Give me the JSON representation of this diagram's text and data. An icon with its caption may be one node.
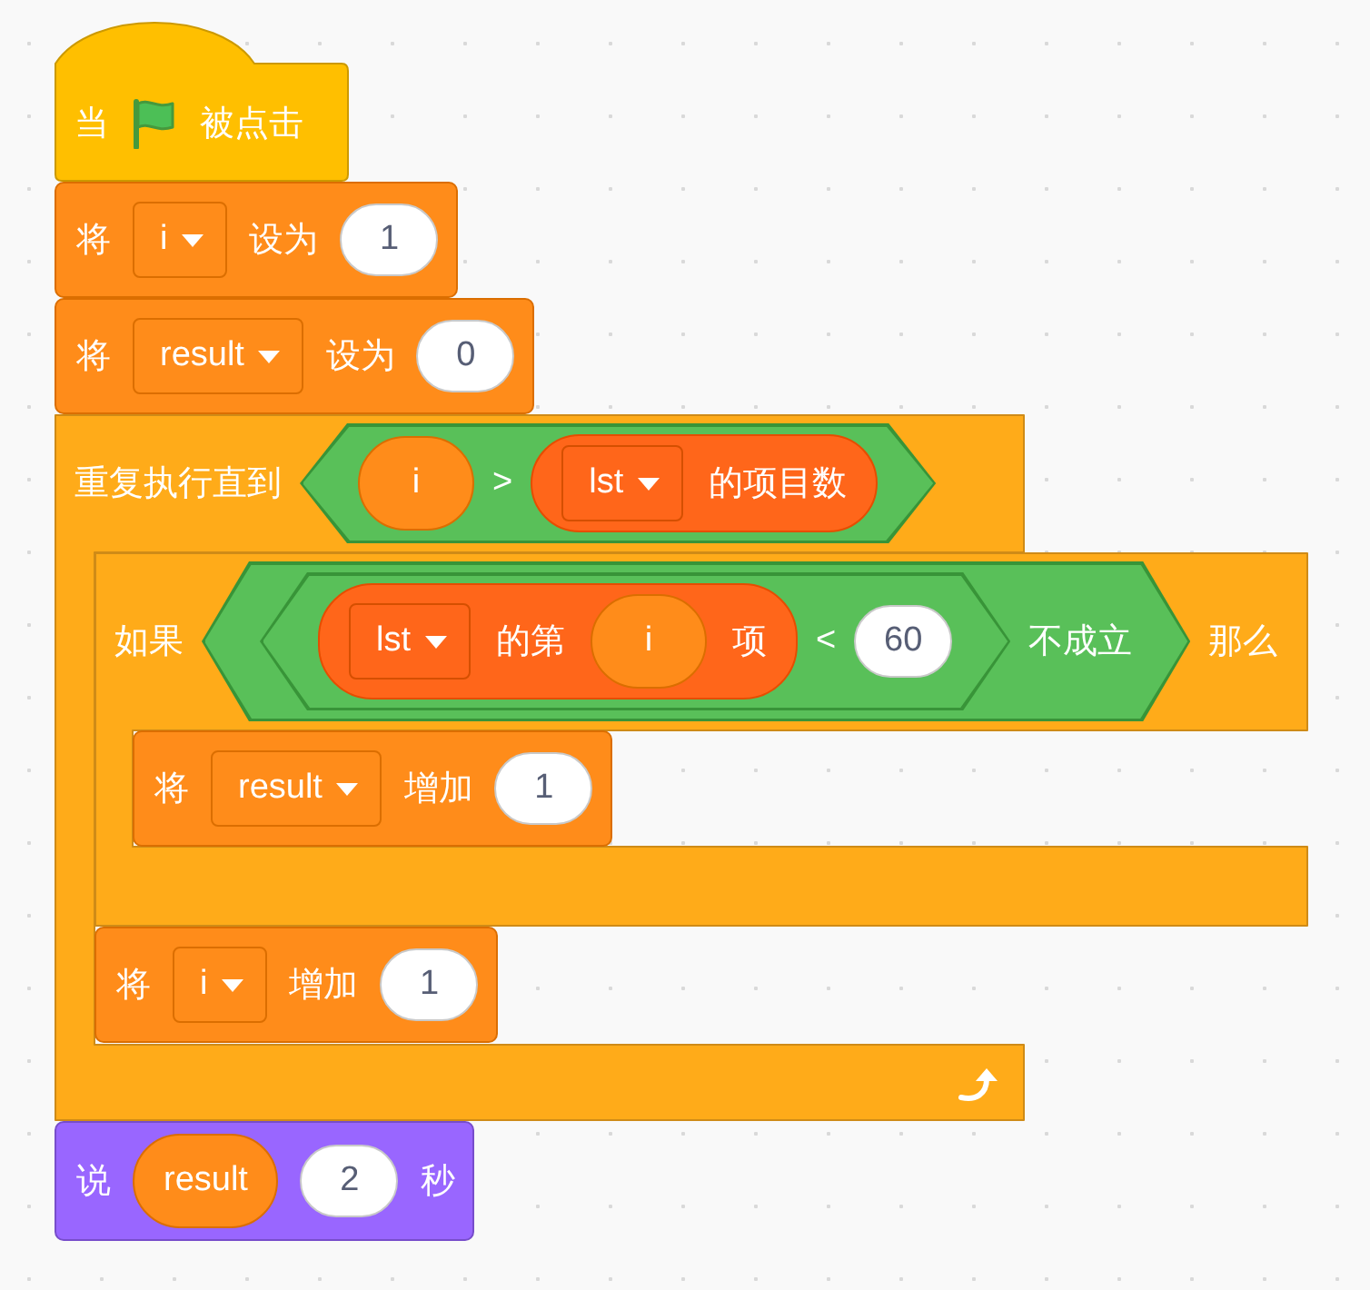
{
  "diagram": {
    "nodes": [
      {
        "text": [
          "当",
          "被点击"
        ]
      },
      {
        "text": [
          "将",
          "设为"
        ]
      },
      {
        "text": [
          "i"
        ],
        "in": 1
      },
      {
        "text": [
          "1"
        ],
        "in": 1
      },
      {
        "text": [
          "将",
          "设为"
        ]
      },
      {
        "text": [
          "result"
        ],
        "in": 4
      },
      {
        "text": [
          "0"
        ],
        "in": 4
      },
      {
        "text": [
          "重复执行直到"
        ]
      },
      {
        "text": [
          ">"
        ],
        "in": 7
      },
      {
        "text": [
          "i"
        ],
        "in": 8
      },
      {
        "text": [
          "的项目数"
        ],
        "in": 8
      },
      {
        "text": [
          "lst"
        ],
        "in": 10
      },
      {
        "text": [
          "如果",
          "那么"
        ]
      },
      {
        "text": [
          "不成立"
        ],
        "in": 12
      },
      {
        "text": [
          "<"
        ],
        "in": 13
      },
      {
        "text": [
          "的第",
          "项"
        ],
        "in": 14
      },
      {
        "text": [
          "lst"
        ],
        "in": 15
      },
      {
        "text": [
          "i"
        ],
        "in": 15
      },
      {
        "text": [
          "60"
        ],
        "in": 14
      },
      {
        "text": [
          "将",
          "增加"
        ],
        "in": 12
      },
      {
        "text": [
          "result"
        ],
        "in": 19
      },
      {
        "text": [
          "1"
        ],
        "in": 19
      },
      {
        "text": [
          "将",
          "增加"
        ],
        "in": 7
      },
      {
        "text": [
          "i"
        ],
        "in": 22
      },
      {
        "text": [
          "1"
        ],
        "in": 22
      },
      {
        "text": [
          "说",
          "秒"
        ]
      },
      {
        "text": [
          "result"
        ],
        "in": 25
      },
      {
        "text": [
          "2"
        ],
        "in": 25
      }
    ]
  }
}
